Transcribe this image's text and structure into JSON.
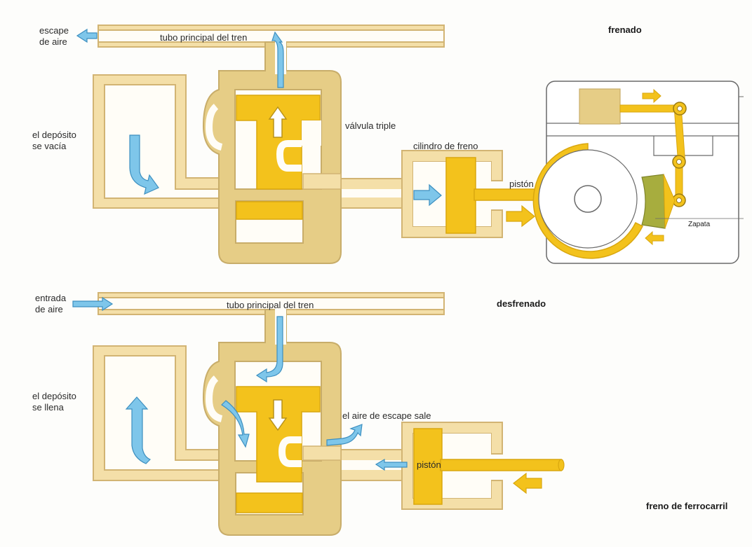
{
  "colors": {
    "pipe_fill": "#f4dfa8",
    "pipe_stroke": "#d2b473",
    "valve_body": "#e6cd86",
    "valve_stroke": "#c8ad6a",
    "piston": "#f3c21c",
    "piston_stroke": "#d9a70f",
    "arrow_blue": "#7ec6ea",
    "arrow_blue_stroke": "#3d8fc0",
    "shoe_green": "#a7ad3e",
    "panel_bg": "#ffffff",
    "panel_stroke": "#6a6a6a"
  },
  "top": {
    "title": "frenado",
    "exhaust_label_1": "escape",
    "exhaust_label_2": "de aire",
    "main_pipe_label": "tubo principal del tren",
    "reservoir_label_1": "el depósito",
    "reservoir_label_2": "se vacía",
    "triple_valve_label": "válvula triple",
    "brake_cylinder_label": "cilindro de freno",
    "piston_label": "pistón",
    "shoe_label": "Zapata"
  },
  "bottom": {
    "title": "desfrenado",
    "intake_label_1": "entrada",
    "intake_label_2": "de aire",
    "main_pipe_label": "tubo principal del tren",
    "reservoir_label_1": "el depósito",
    "reservoir_label_2": "se llena",
    "exhaust_out_label": "el aire de escape sale",
    "piston_label": "pistón"
  },
  "caption": "freno de ferrocarril"
}
